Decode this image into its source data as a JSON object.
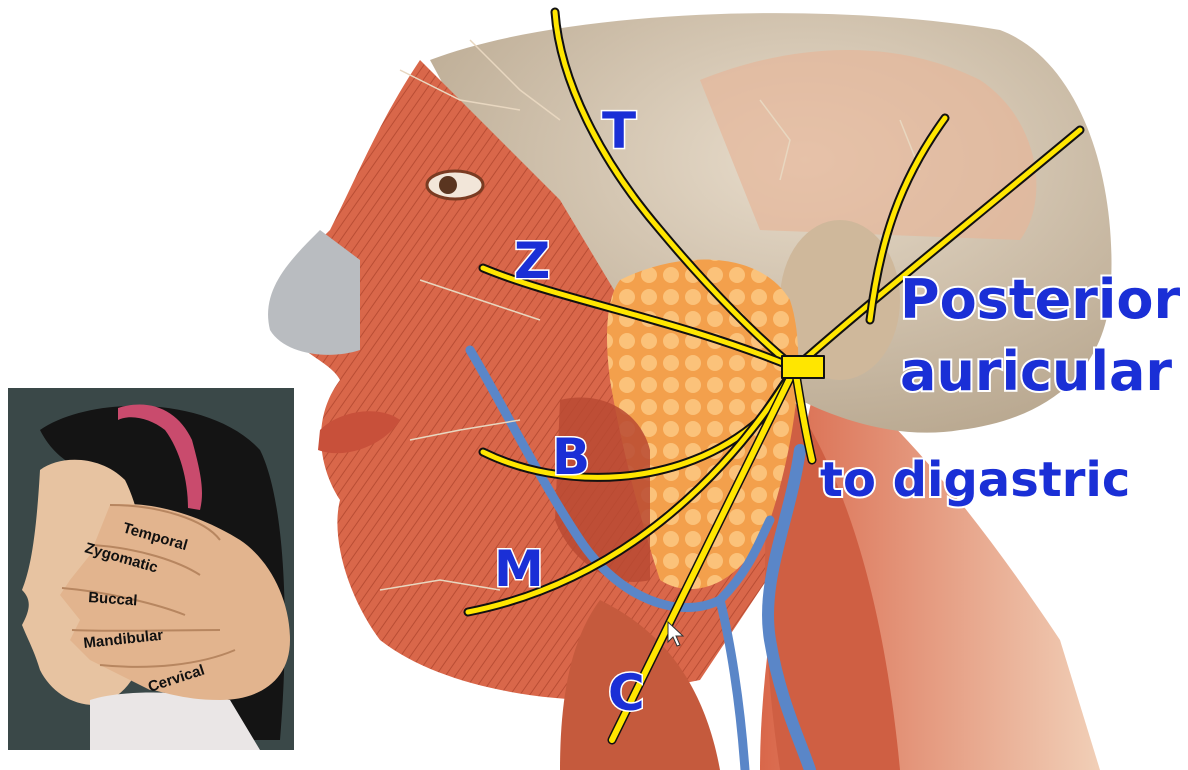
{
  "branch_letters": {
    "temporal": "T",
    "zygomatic": "Z",
    "buccal": "B",
    "mandibular": "M",
    "cervical": "C"
  },
  "annotations": {
    "posterior_line1": "Posterior",
    "posterior_line2": "auricular",
    "digastric": "to digastric"
  },
  "inset": {
    "finger_labels": {
      "temporal": "Temporal",
      "zygomatic": "Zygomatic",
      "buccal": "Buccal",
      "mandibular": "Mandibular",
      "cervical": "Cervical"
    }
  },
  "colors": {
    "nerve": "#ffe600",
    "label_blue": "#1a2fd6",
    "muscle": "#d9674a",
    "gland": "#f6a24a",
    "vein": "#5a86c8"
  }
}
